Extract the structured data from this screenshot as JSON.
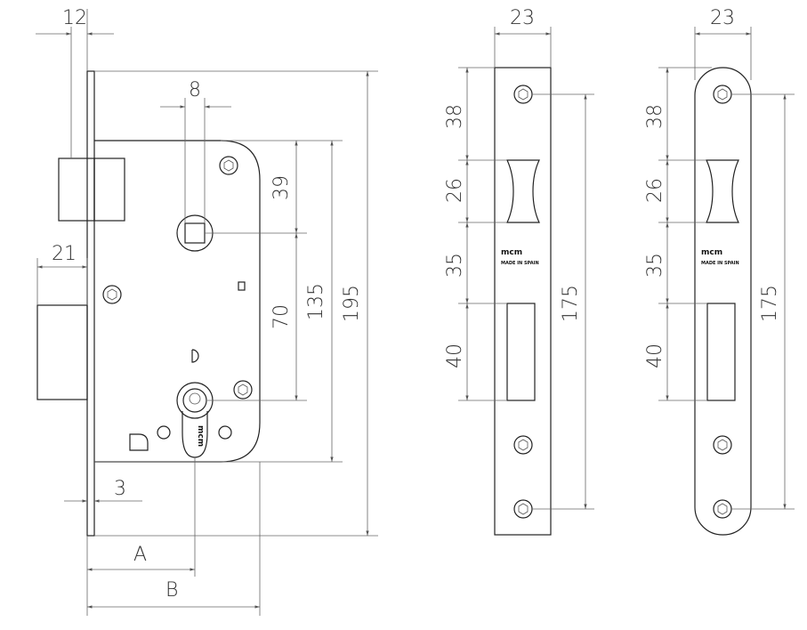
{
  "lock_body": {
    "dims": {
      "backset_width": "12",
      "spindle_square": "8",
      "latch_projection": "21",
      "spindle_to_top": "39",
      "spindle_to_cylinder": "70",
      "body_height": "135",
      "faceplate_height": "195",
      "faceplate_thickness": "3",
      "backset_a": "A",
      "backset_b": "B"
    },
    "cylinder_brand": "mcm"
  },
  "strike_plate_square": {
    "width": "23",
    "dims": {
      "top": "38",
      "latch_opening": "26",
      "gap": "35",
      "bolt_opening": "40",
      "screw_span": "175"
    },
    "brand": "mcm",
    "origin": "MADE IN SPAIN"
  },
  "strike_plate_round": {
    "width": "23",
    "dims": {
      "top": "38",
      "latch_opening": "26",
      "gap": "35",
      "bolt_opening": "40",
      "screw_span": "175"
    },
    "brand": "mcm",
    "origin": "MADE IN SPAIN"
  }
}
